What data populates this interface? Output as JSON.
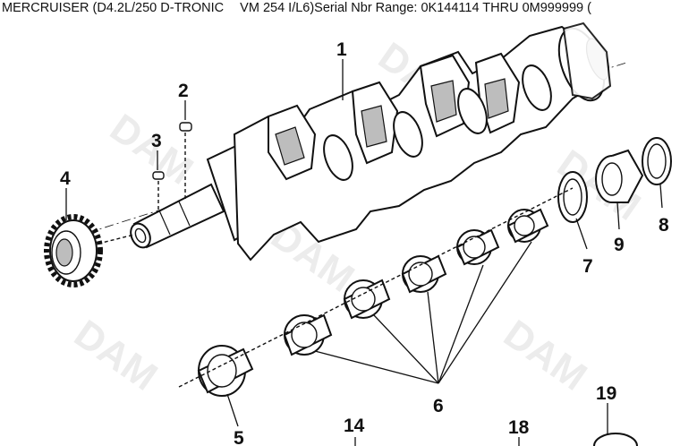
{
  "header": {
    "brand_model": "MERCRUISER (D4.2L/250 D-TRONIC",
    "serial_info": "VM 254 I/L6)Serial Nbr Range: 0K144114 THRU 0M999999 ("
  },
  "watermark": {
    "text": "DAM"
  },
  "callouts": {
    "c1": "1",
    "c2": "2",
    "c3": "3",
    "c4": "4",
    "c5": "5",
    "c6": "6",
    "c7": "7",
    "c8": "8",
    "c9": "9",
    "c14": "14",
    "c18": "18",
    "c19": "19"
  }
}
